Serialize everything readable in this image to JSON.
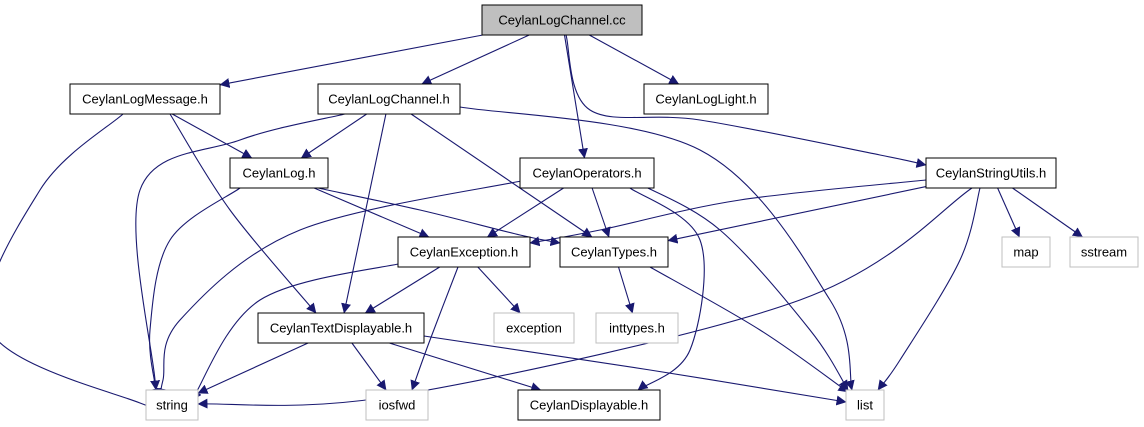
{
  "colors": {
    "edge": "#191970",
    "box_border": "#000000",
    "box_border_external": "#bfbfbf",
    "root_fill": "#bfbfbf",
    "fill": "#ffffff",
    "text": "#000000"
  },
  "nodes": [
    {
      "id": "logchannel_cc",
      "label": "CeylanLogChannel.cc",
      "kind": "root"
    },
    {
      "id": "logmessage_h",
      "label": "CeylanLogMessage.h",
      "kind": "header"
    },
    {
      "id": "logchannel_h",
      "label": "CeylanLogChannel.h",
      "kind": "header"
    },
    {
      "id": "loglight_h",
      "label": "CeylanLogLight.h",
      "kind": "header"
    },
    {
      "id": "log_h",
      "label": "CeylanLog.h",
      "kind": "header"
    },
    {
      "id": "operators_h",
      "label": "CeylanOperators.h",
      "kind": "header"
    },
    {
      "id": "stringutils_h",
      "label": "CeylanStringUtils.h",
      "kind": "header"
    },
    {
      "id": "exception_h",
      "label": "CeylanException.h",
      "kind": "header"
    },
    {
      "id": "types_h",
      "label": "CeylanTypes.h",
      "kind": "header"
    },
    {
      "id": "map",
      "label": "map",
      "kind": "external"
    },
    {
      "id": "sstream",
      "label": "sstream",
      "kind": "external"
    },
    {
      "id": "textdisplayable_h",
      "label": "CeylanTextDisplayable.h",
      "kind": "header"
    },
    {
      "id": "exception",
      "label": "exception",
      "kind": "external"
    },
    {
      "id": "inttypes_h",
      "label": "inttypes.h",
      "kind": "external"
    },
    {
      "id": "string",
      "label": "string",
      "kind": "external"
    },
    {
      "id": "iosfwd",
      "label": "iosfwd",
      "kind": "external"
    },
    {
      "id": "displayable_h",
      "label": "CeylanDisplayable.h",
      "kind": "header"
    },
    {
      "id": "list",
      "label": "list",
      "kind": "external"
    }
  ],
  "edges": [
    {
      "from": "logchannel_cc",
      "to": "logmessage_h"
    },
    {
      "from": "logchannel_cc",
      "to": "logchannel_h"
    },
    {
      "from": "logchannel_cc",
      "to": "operators_h"
    },
    {
      "from": "logchannel_cc",
      "to": "loglight_h"
    },
    {
      "from": "logchannel_cc",
      "to": "stringutils_h"
    },
    {
      "from": "logmessage_h",
      "to": "log_h"
    },
    {
      "from": "logmessage_h",
      "to": "textdisplayable_h"
    },
    {
      "from": "logmessage_h",
      "to": "string"
    },
    {
      "from": "logchannel_h",
      "to": "log_h"
    },
    {
      "from": "logchannel_h",
      "to": "textdisplayable_h"
    },
    {
      "from": "logchannel_h",
      "to": "types_h"
    },
    {
      "from": "logchannel_h",
      "to": "string"
    },
    {
      "from": "logchannel_h",
      "to": "list"
    },
    {
      "from": "log_h",
      "to": "exception_h"
    },
    {
      "from": "log_h",
      "to": "types_h"
    },
    {
      "from": "log_h",
      "to": "string"
    },
    {
      "from": "operators_h",
      "to": "exception_h"
    },
    {
      "from": "operators_h",
      "to": "types_h"
    },
    {
      "from": "operators_h",
      "to": "string"
    },
    {
      "from": "operators_h",
      "to": "list"
    },
    {
      "from": "operators_h",
      "to": "displayable_h"
    },
    {
      "from": "stringutils_h",
      "to": "exception_h"
    },
    {
      "from": "stringutils_h",
      "to": "types_h"
    },
    {
      "from": "stringutils_h",
      "to": "map"
    },
    {
      "from": "stringutils_h",
      "to": "sstream"
    },
    {
      "from": "stringutils_h",
      "to": "string"
    },
    {
      "from": "stringutils_h",
      "to": "list"
    },
    {
      "from": "exception_h",
      "to": "textdisplayable_h"
    },
    {
      "from": "exception_h",
      "to": "exception"
    },
    {
      "from": "exception_h",
      "to": "string"
    },
    {
      "from": "exception_h",
      "to": "iosfwd"
    },
    {
      "from": "types_h",
      "to": "inttypes_h"
    },
    {
      "from": "types_h",
      "to": "list"
    },
    {
      "from": "textdisplayable_h",
      "to": "string"
    },
    {
      "from": "textdisplayable_h",
      "to": "iosfwd"
    },
    {
      "from": "textdisplayable_h",
      "to": "displayable_h"
    },
    {
      "from": "textdisplayable_h",
      "to": "list"
    }
  ]
}
